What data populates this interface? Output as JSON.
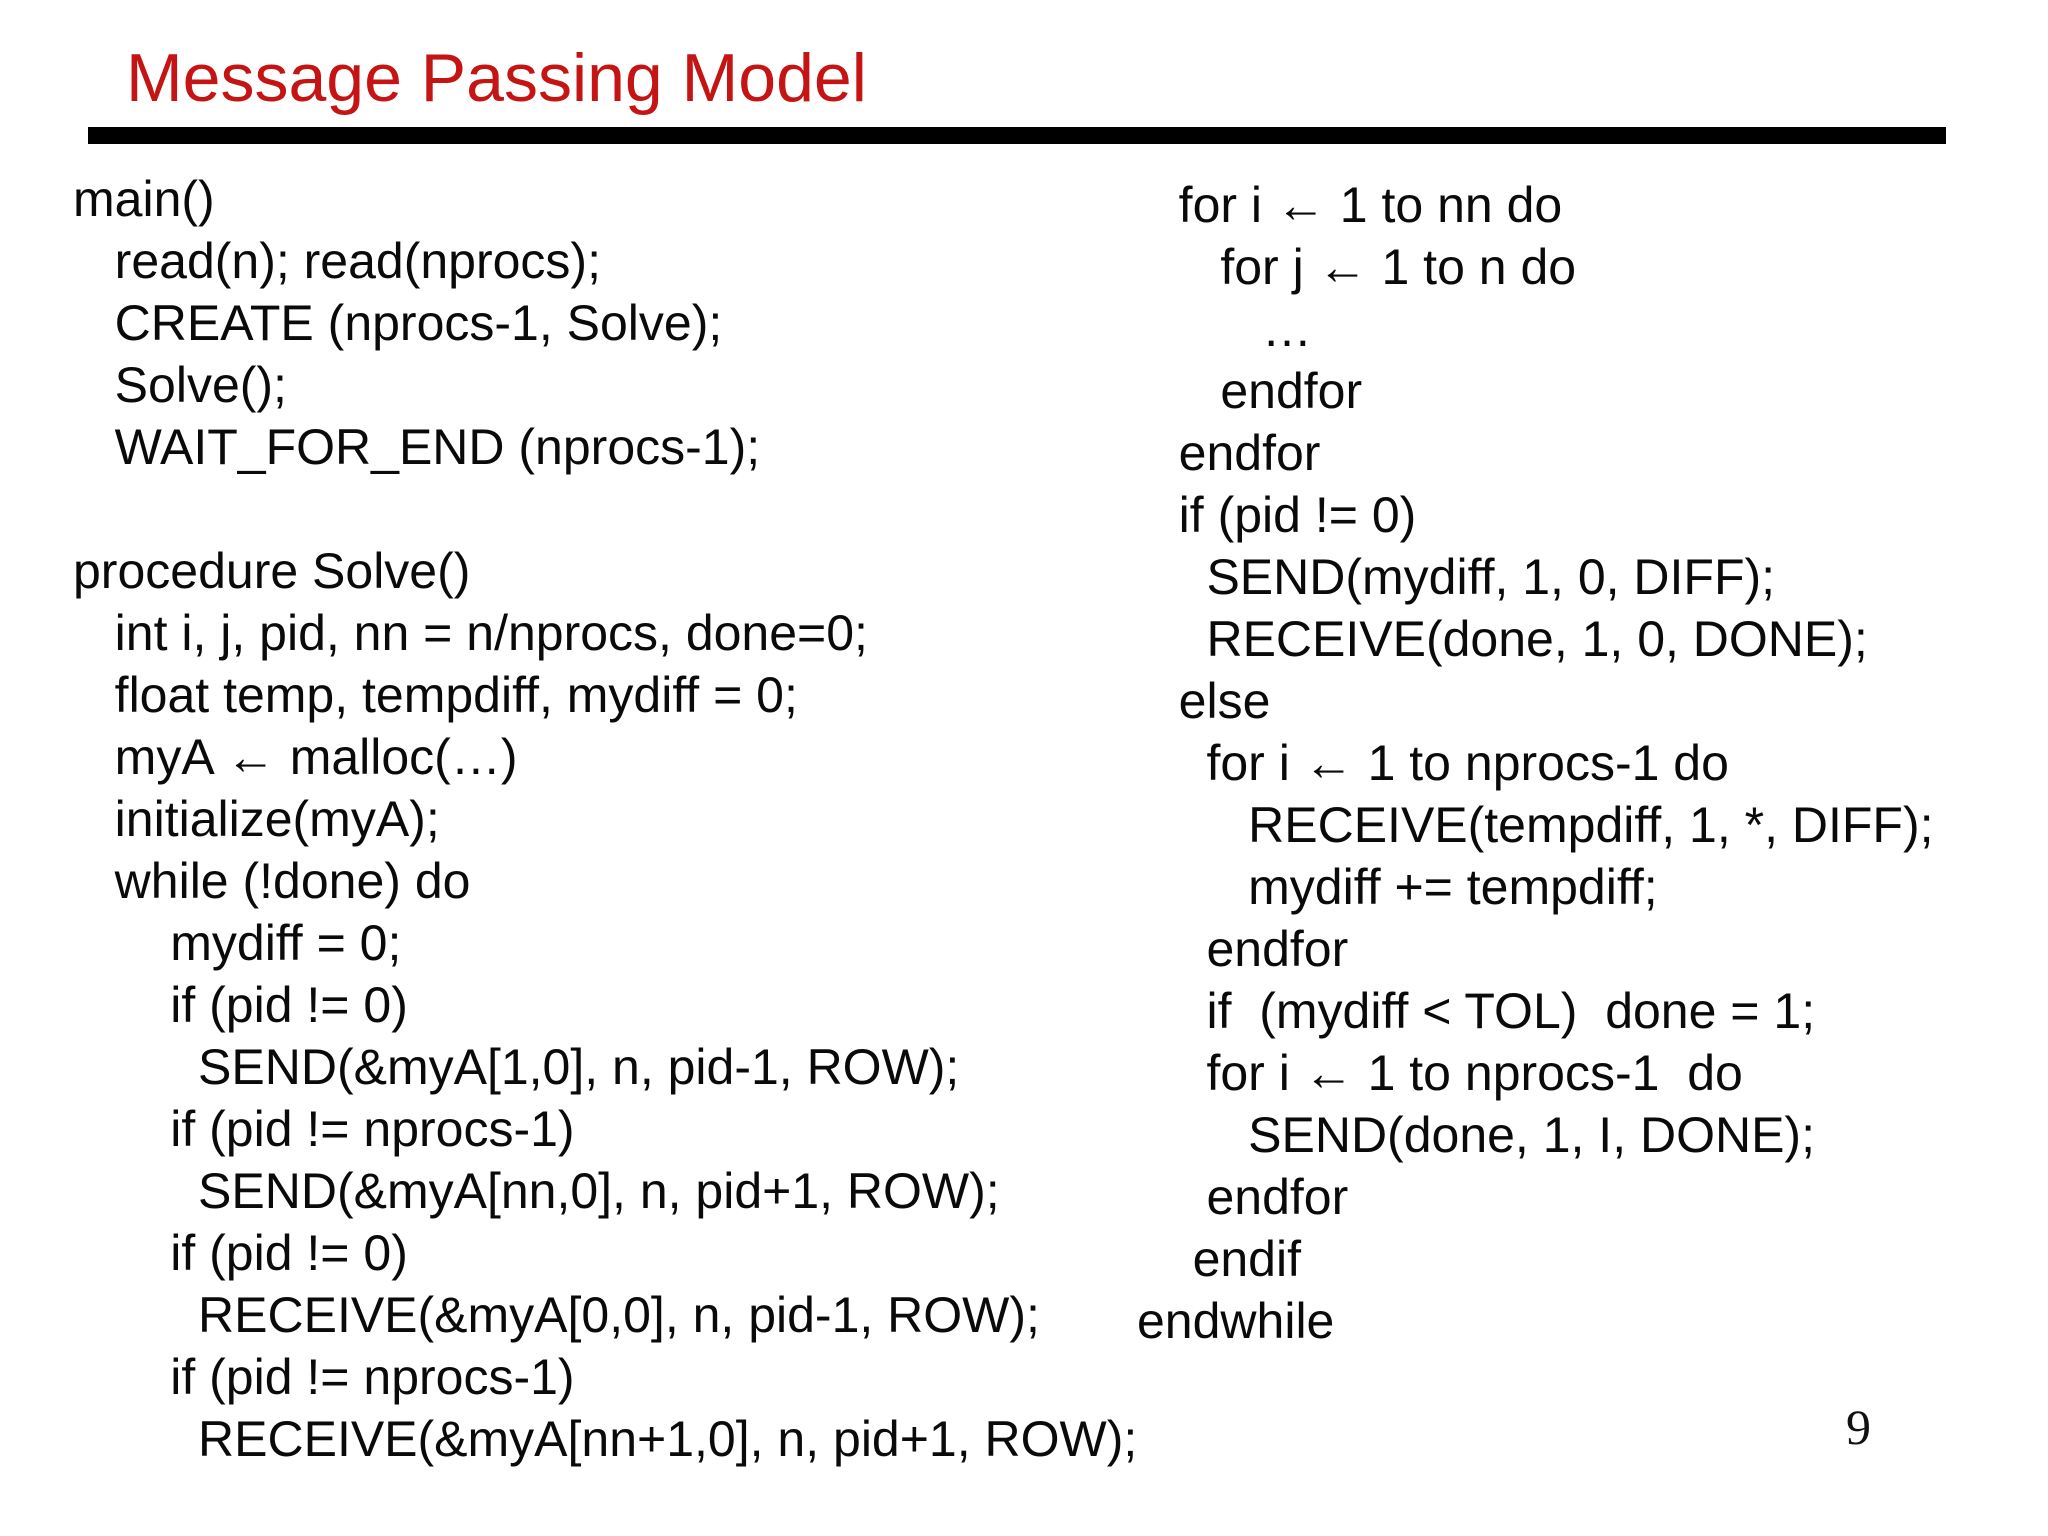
{
  "slide": {
    "title": "Message Passing Model",
    "title_color": "#c41414",
    "rule_color": "#000000",
    "background_color": "#ffffff",
    "page_number": "9"
  },
  "code": {
    "left": {
      "lines": [
        "main()",
        "   read(n); read(nprocs);",
        "   CREATE (nprocs-1, Solve);",
        "   Solve();",
        "   WAIT_FOR_END (nprocs-1);",
        "",
        "procedure Solve()",
        "   int i, j, pid, nn = n/nprocs, done=0;",
        "   float temp, tempdiff, mydiff = 0;",
        "   myA ← malloc(…)",
        "   initialize(myA);",
        "   while (!done) do",
        "       mydiff = 0;",
        "       if (pid != 0)",
        "         SEND(&myA[1,0], n, pid-1, ROW);",
        "       if (pid != nprocs-1)",
        "         SEND(&myA[nn,0], n, pid+1, ROW);",
        "       if (pid != 0)",
        "         RECEIVE(&myA[0,0], n, pid-1, ROW);",
        "       if (pid != nprocs-1)",
        "         RECEIVE(&myA[nn+1,0], n, pid+1, ROW);"
      ]
    },
    "right": {
      "lines": [
        "   for i ← 1 to nn do",
        "      for j ← 1 to n do",
        "         …",
        "      endfor",
        "   endfor",
        "   if (pid != 0)",
        "     SEND(mydiff, 1, 0, DIFF);",
        "     RECEIVE(done, 1, 0, DONE);",
        "   else",
        "     for i ← 1 to nprocs-1 do",
        "        RECEIVE(tempdiff, 1, *, DIFF);",
        "        mydiff += tempdiff;",
        "     endfor",
        "     if  (mydiff < TOL)  done = 1;",
        "     for i ← 1 to nprocs-1  do",
        "        SEND(done, 1, I, DONE);",
        "     endfor",
        "    endif",
        "endwhile"
      ]
    }
  }
}
